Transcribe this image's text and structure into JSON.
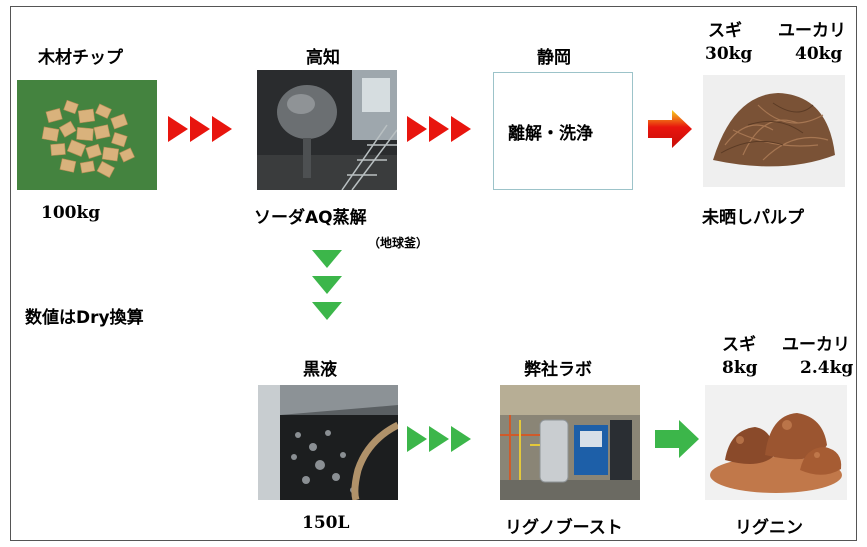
{
  "flow": {
    "woodchip": {
      "title": "木材チップ",
      "amount": "100kg",
      "photo": "wood-chips-photo"
    },
    "kochi": {
      "title": "高知",
      "process": "ソーダAQ蒸解",
      "note": "（地球釜）",
      "photo": "digester-photo"
    },
    "shizuoka": {
      "title": "静岡",
      "process": "離解・洗浄"
    },
    "pulp": {
      "sugi_label": "スギ",
      "eucalyptus_label": "ユーカリ",
      "sugi_amount": "30kg",
      "eucalyptus_amount": "40kg",
      "product": "未晒しパルプ",
      "photo": "pulp-photo"
    },
    "black_liquor": {
      "title": "黒液",
      "amount": "150L",
      "photo": "black-liquor-photo"
    },
    "lab": {
      "title": "弊社ラボ",
      "process": "リグノブースト",
      "photo": "lab-equipment-photo"
    },
    "lignin": {
      "sugi_label": "スギ",
      "eucalyptus_label": "ユーカリ",
      "sugi_amount": "8kg",
      "eucalyptus_amount": "2.4kg",
      "product": "リグニン",
      "photo": "lignin-photo"
    }
  },
  "note": "数値はDry換算",
  "colors": {
    "red_arrow": "#e8150e",
    "green_arrow": "#3cb64a",
    "box_border": "#9cc3c9"
  }
}
